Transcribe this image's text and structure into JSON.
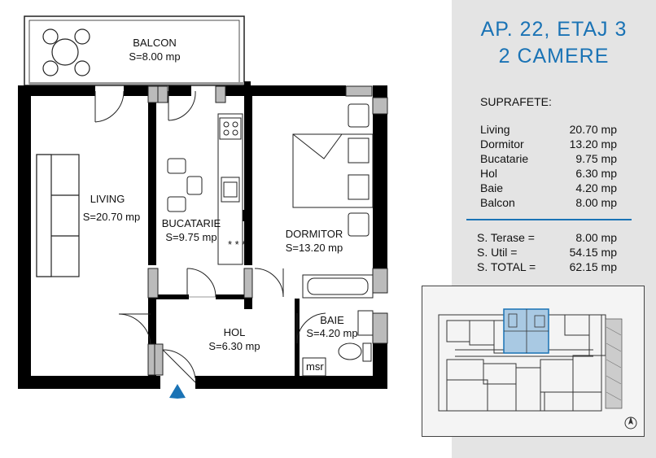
{
  "header": {
    "title_line1": "AP. 22, ETAJ 3",
    "title_line2": "2 CAMERE"
  },
  "accent_color": "#1a73b5",
  "section_label": "SUPRAFETE:",
  "surfaces": [
    {
      "label": "Living",
      "value": "20.70 mp"
    },
    {
      "label": "Dormitor",
      "value": "13.20 mp"
    },
    {
      "label": "Bucatarie",
      "value": "9.75 mp"
    },
    {
      "label": "Hol",
      "value": "6.30 mp"
    },
    {
      "label": "Baie",
      "value": "4.20 mp"
    },
    {
      "label": "Balcon",
      "value": "8.00 mp"
    }
  ],
  "totals": [
    {
      "label": "S. Terase =",
      "value": "8.00 mp"
    },
    {
      "label": "S. Util =",
      "value": "54.15 mp"
    },
    {
      "label": "S. TOTAL =",
      "value": "62.15 mp"
    }
  ],
  "rooms": {
    "balcon": {
      "name": "BALCON",
      "area": "S=8.00 mp"
    },
    "living": {
      "name": "LIVING",
      "area": "S=20.70 mp"
    },
    "bucatarie": {
      "name": "BUCATARIE",
      "area": "S=9.75 mp"
    },
    "dormitor": {
      "name": "DORMITOR",
      "area": "S=13.20 mp"
    },
    "hol": {
      "name": "HOL",
      "area": "S=6.30 mp"
    },
    "baie": {
      "name": "BAIE",
      "area": "S=4.20 mp"
    },
    "msr": {
      "name": "msr"
    }
  },
  "icons": {
    "entrance": "entrance-arrow-icon",
    "compass": "north-compass-icon"
  }
}
